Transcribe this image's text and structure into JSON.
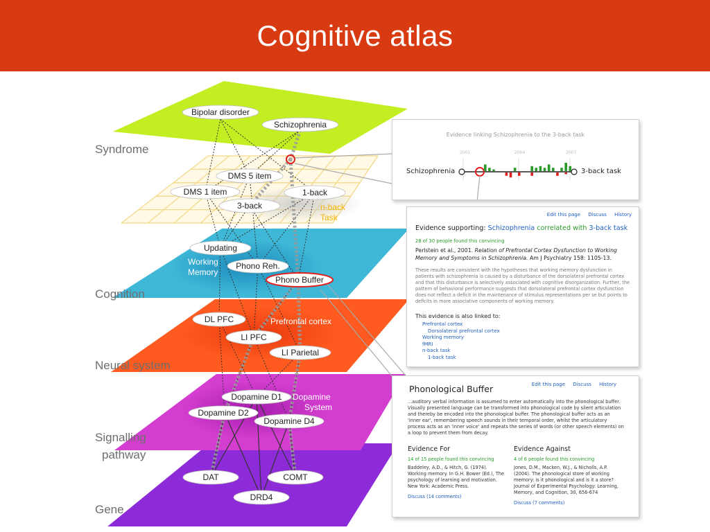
{
  "header": {
    "title": "Cognitive atlas"
  },
  "colors": {
    "header_bg": "#d83a12",
    "syndrome": "#c3ee22",
    "task_grid": "#f3d98a",
    "cognition": "#3fb8d8",
    "neural": "#ff5a1f",
    "signalling": "#d43ed0",
    "gene": "#8e2bd9",
    "link_blue": "#1f5fbf",
    "evidence_green": "#2a9a2a",
    "evidence_red": "#e02020"
  },
  "levels": {
    "syndrome": "Syndrome",
    "cognition": "Cognition",
    "neural": "Neural system",
    "signalling_1": "Signalling",
    "signalling_2": "pathway",
    "gene": "Gene"
  },
  "nodes": {
    "bipolar": "Bipolar disorder",
    "schizophrenia": "Schizophrenia",
    "dms5": "DMS 5 item",
    "dms1": "DMS 1 item",
    "oneback": "1-back",
    "threeback": "3-back",
    "updating": "Updating",
    "phono_reh": "Phono Reh.",
    "phono_buffer": "Phono Buffer",
    "dlpfc": "DL PFC",
    "lipfc": "LI PFC",
    "liparietal": "LI Parietal",
    "dopamine_d1": "Dopamine D1",
    "dopamine_d2": "Dopamine D2",
    "dopamine_d4": "Dopamine D4",
    "dat": "DAT",
    "comt": "COMT",
    "drd4": "DRD4"
  },
  "region_labels": {
    "nback_1": "n-back",
    "nback_2": "Task",
    "wm_1": "Working",
    "wm_2": "Memory",
    "prefrontal": "Prefrontal cortex",
    "dopamine_1": "Dopamine",
    "dopamine_2": "System"
  },
  "evidence_chart": {
    "title": "Evidence linking Schizophrenia to the 3-back task",
    "years": [
      "2001",
      "2004",
      "2007"
    ],
    "left_label": "Schizophrenia",
    "right_label": "3-back task",
    "supporting_counts": [
      4,
      2,
      1,
      0,
      0,
      0,
      0,
      2,
      0,
      0,
      0,
      3,
      2,
      3,
      2,
      4,
      2,
      0,
      2,
      5,
      3
    ],
    "against_counts": [
      0,
      0,
      0,
      0,
      0,
      2,
      3,
      0,
      2,
      0,
      0,
      2,
      0,
      0,
      0,
      0,
      0,
      2,
      0,
      1,
      0
    ]
  },
  "evidence_panel": {
    "links": [
      "Edit this page",
      "Discuss",
      "History"
    ],
    "supporting_prefix": "Evidence supporting:",
    "supporting_concept": "Schizophrenia",
    "supporting_relation": "correlated with",
    "supporting_task": "3-back task",
    "convincing": "28 of 30 people found this convincing",
    "citation_pre": "Perlstein et al., 2001.",
    "citation_title": "Relation of Prefrontal Cortex Dysfunction to Working Memory and Symptoms in Schizophrenia.",
    "citation_post": "Am J Psychiatry 158: 1105-13.",
    "abstract": "These results are consistent with the hypotheses that working memory dysfunction in patients with schizophrenia is caused by a disturbance of the dorsolateral prefrontal cortex and that this disturbance is selectively associated with cognitive disorganization. Further, the pattern of behavioral performance suggests that dorsolateral prefrontal cortex dysfunction does not reflect a deficit in the maintenance of stimulus representations per se but points to deficits in more associative components of working memory.",
    "also_linked_heading": "This evidence is also linked to:",
    "also_linked": [
      "Prefrontal cortex",
      "Dorsolateral prefrontal cortex",
      "Working memory",
      "fMRI",
      "n-back task",
      "1-back task"
    ]
  },
  "concept_panel": {
    "links": [
      "Edit this page",
      "Discuss",
      "History"
    ],
    "title": "Phonological Buffer",
    "description": "...auditory verbal information is assumed to enter automatically into the phonological buffer. Visually presented language can be transformed into phonological code by silent articulation and thereby be encoded into the phonological buffer. The phonological buffer acts as an 'inner ear', remembering speech sounds in their temporal order, whilst the articulatory process acts as an 'inner voice' and repeats the series of words (or other speech elements) on a loop to prevent them from decay.",
    "for_heading": "Evidence For",
    "for_convincing": "14 of 15 people found this convincing",
    "for_text": "Baddeley, A.D., & Hitch, G. (1974). Working memory. In G.H. Bower (Ed.), The psychology of learning and motivation. New York: Academic Press.",
    "for_discuss": "Discuss (14 comments)",
    "against_heading": "Evidence Against",
    "against_convincing": "4 of 6 people found this convincing",
    "against_text": "Jones, D.M., Macken, W.J., & Nicholls, A.P. (2004). The phonological store of working memory: is it phonological and is it a store? Journal of Experimental Psychology: Learning, Memory, and Cognition, 30, 656-674",
    "against_discuss": "Discuss (7 comments)"
  }
}
